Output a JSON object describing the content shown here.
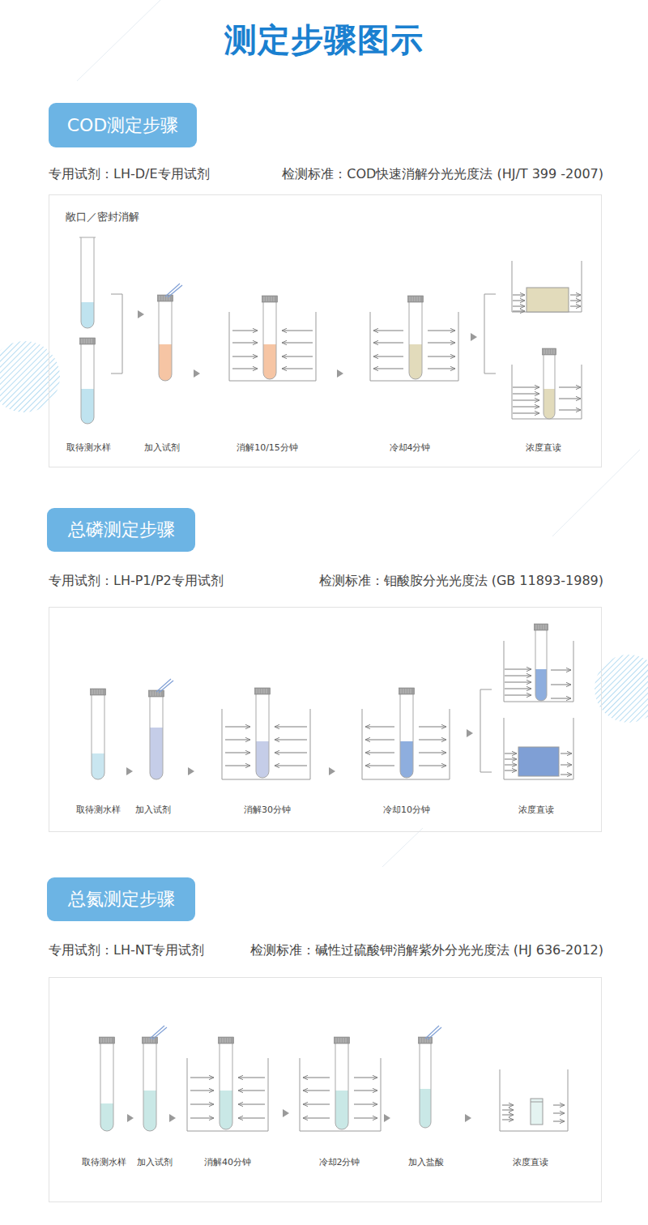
{
  "diagram": {
    "title": "测定步骤图示",
    "nodes": [
      {
        "text": [
          "COD测定步骤"
        ]
      },
      {
        "text": [
          "敞口／密封消解",
          "取待测水样",
          "加入试剂",
          "消解10/15分钟",
          "冷却4分钟",
          "浓度直读"
        ]
      },
      {
        "text": [
          "总磷测定步骤"
        ]
      },
      {
        "text": [
          "取待测水样",
          "加入试剂",
          "消解30分钟",
          "冷却10分钟",
          "浓度直读"
        ]
      },
      {
        "text": [
          "总氮测定步骤"
        ]
      },
      {
        "text": [
          "取待测水样",
          "加入试剂",
          "消解40分钟",
          "冷却2分钟",
          "加入盐酸",
          "浓度直读"
        ]
      }
    ],
    "labels": [
      "专用试剂：LH-D/E专用试剂",
      "检测标准：COD快速消解分光光度法 (HJ/T 399 -2007)",
      "专用试剂：LH-P1/P2专用试剂",
      "检测标准：钼酸胺分光光度法 (GB  11893-1989)",
      "专用试剂：LH-NT专用试剂",
      "检测标准：碱性过硫酸钾消解紫外分光光度法 (HJ 636-2012)"
    ]
  }
}
